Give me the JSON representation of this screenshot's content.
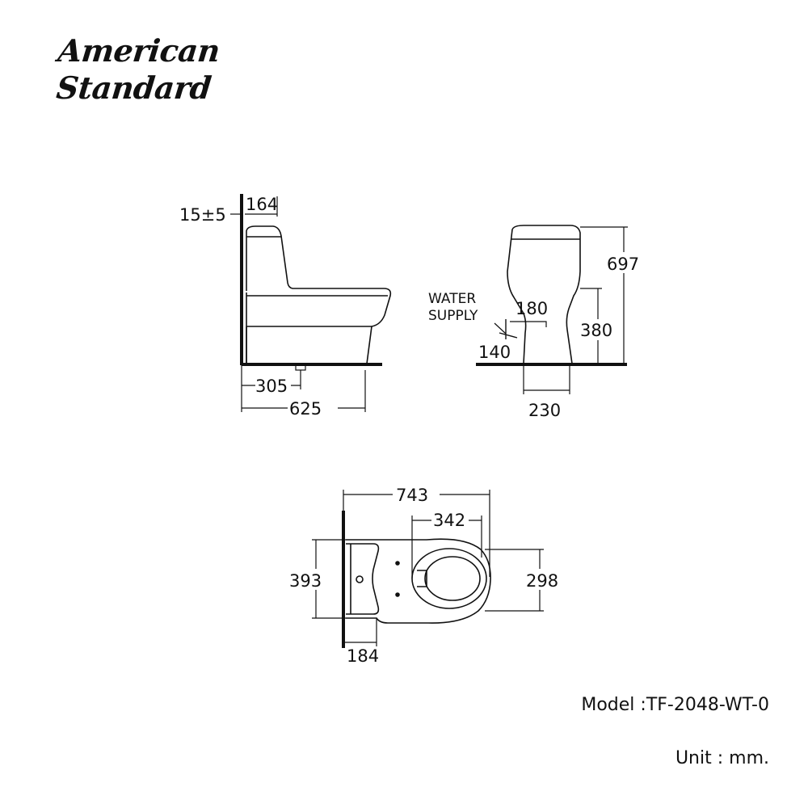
{
  "brand": {
    "line1": "American",
    "line2": "Standard"
  },
  "side_view": {
    "dim_wall_gap": "15±5",
    "dim_tank_depth": "164",
    "dim_rough_in": "305",
    "dim_length": "625"
  },
  "front_view": {
    "water_supply_label_1": "WATER",
    "water_supply_label_2": "SUPPLY",
    "dim_supply_offset": "180",
    "dim_supply_height": "140",
    "dim_seat_height": "380",
    "dim_total_height": "697",
    "dim_base_width": "230"
  },
  "top_view": {
    "dim_total_length": "743",
    "dim_bowl_length": "342",
    "dim_tank_width": "393",
    "dim_bowl_width": "298",
    "dim_tank_offset": "184"
  },
  "footer": {
    "model": "Model :TF-2048-WT-0",
    "unit": "Unit : mm."
  }
}
